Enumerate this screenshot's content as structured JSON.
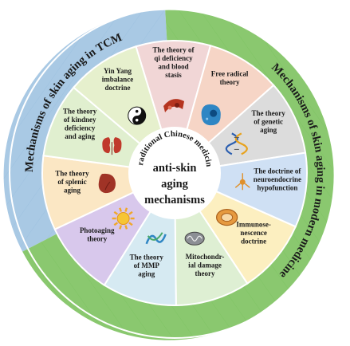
{
  "ring": {
    "left": "Mechanisms of skin aging in TCM",
    "right": "Mechanisms of skin aging in modern medicine"
  },
  "center": {
    "arc": "Traditional Chinese medicine",
    "line1": "anti-skin",
    "line2": "aging",
    "line3": "mechanisms"
  },
  "segments": [
    {
      "lines": [
        "The theory of",
        "qi deficiency",
        "and blood",
        "stasis"
      ],
      "color": "#f1d6d6",
      "icon": "blood-stasis-icon"
    },
    {
      "lines": [
        "Free radical",
        "theory"
      ],
      "color": "#f6d5c6",
      "icon": "cell-icon"
    },
    {
      "lines": [
        "The theory",
        "of genetic",
        "aging"
      ],
      "color": "#dcdcdc",
      "icon": "dna-icon"
    },
    {
      "lines": [
        "The doctrine of",
        "neuroendocrine",
        "hypofunction"
      ],
      "color": "#cfe0f4",
      "icon": "neuron-icon"
    },
    {
      "lines": [
        "Immunose-",
        "nescence",
        "doctrine"
      ],
      "color": "#fcefc0",
      "icon": "immune-cell-icon"
    },
    {
      "lines": [
        "Mitochondr-",
        "ial damage",
        "theory"
      ],
      "color": "#deefd3",
      "icon": "mitochondria-icon"
    },
    {
      "lines": [
        "The theory",
        "of MMP",
        "aging"
      ],
      "color": "#d6eaf2",
      "icon": "protein-icon"
    },
    {
      "lines": [
        "Photoaging",
        "theory"
      ],
      "color": "#d8c8ec",
      "icon": "sun-icon"
    },
    {
      "lines": [
        "The theory",
        "of splenic",
        "aging"
      ],
      "color": "#fbe7c4",
      "icon": "spleen-icon"
    },
    {
      "lines": [
        "The theory",
        "of kindney",
        "deficiency",
        "and aging"
      ],
      "color": "#e0efcf",
      "icon": "kidney-icon"
    },
    {
      "lines": [
        "Yin Yang",
        "imbalance",
        "doctrine"
      ],
      "color": "#e6f0cd",
      "icon": "yin-yang-icon"
    }
  ]
}
